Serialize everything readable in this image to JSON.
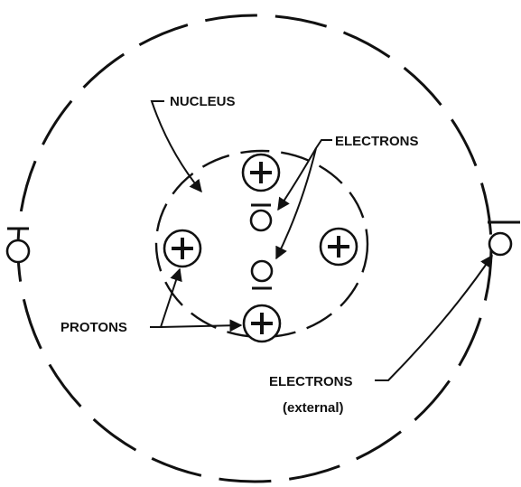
{
  "labels": {
    "nucleus": "NUCLEUS",
    "electrons": "ELECTRONS",
    "protons": "PROTONS",
    "electrons_external": "ELECTRONS",
    "external_note": "(external)"
  },
  "colors": {
    "ink": "#111111",
    "background": "#ffffff"
  }
}
